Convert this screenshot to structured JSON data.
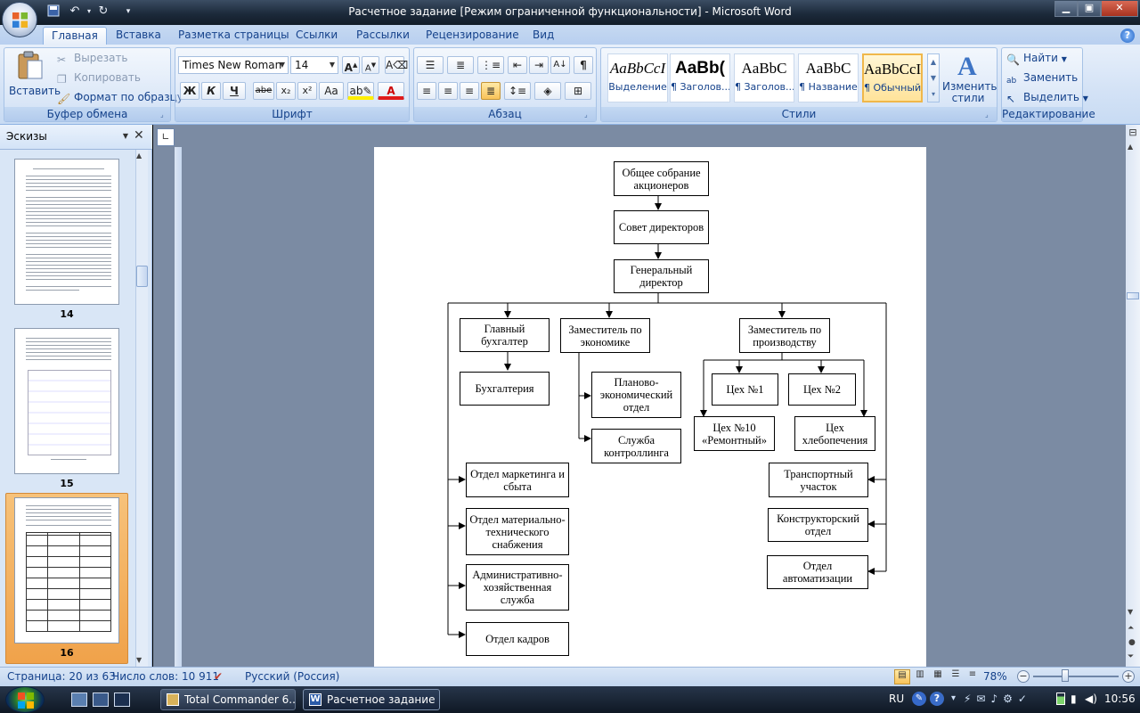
{
  "window": {
    "title": "Расчетное задание [Режим ограниченной функциональности] - Microsoft Word"
  },
  "tabs": [
    "Главная",
    "Вставка",
    "Разметка страницы",
    "Ссылки",
    "Рассылки",
    "Рецензирование",
    "Вид"
  ],
  "clipboard": {
    "paste": "Вставить",
    "cut": "Вырезать",
    "copy": "Копировать",
    "format": "Формат по образцу",
    "label": "Буфер обмена"
  },
  "font": {
    "name": "Times New Roman",
    "size": "14",
    "label": "Шрифт",
    "bold": "Ж",
    "italic": "К",
    "underline": "Ч",
    "strike": "abe",
    "sub": "x₂",
    "sup": "x²",
    "case": "Aa"
  },
  "paragraph": {
    "label": "Абзац"
  },
  "styles": {
    "label": "Стили",
    "items": [
      {
        "preview": "AaBbCcI",
        "name": "Выделение"
      },
      {
        "preview": "AaBb(",
        "name": "¶ Заголов..."
      },
      {
        "preview": "AaBbC",
        "name": "¶ Заголов..."
      },
      {
        "preview": "AaBbC",
        "name": "¶ Название"
      },
      {
        "preview": "AaBbCcI",
        "name": "¶ Обычный"
      }
    ],
    "change": "Изменить стили"
  },
  "editing": {
    "label": "Редактирование",
    "find": "Найти",
    "replace": "Заменить",
    "select": "Выделить"
  },
  "thumbs": {
    "header": "Эскизы",
    "pages": [
      "14",
      "15",
      "16"
    ]
  },
  "org": {
    "shareholders": "Общее собрание акционеров",
    "board": "Совет директоров",
    "ceo": "Генеральный директор",
    "chief_accountant": "Главный бухгалтер",
    "accounting": "Бухгалтерия",
    "deputy_econ": "Заместитель по экономике",
    "planning": "Планово-экономический отдел",
    "controlling": "Служба контроллинга",
    "deputy_prod": "Заместитель по производству",
    "shop1": "Цех №1",
    "shop2": "Цех №2",
    "shop10": "Цех №10 «Ремонтный»",
    "bakery": "Цех хлебопечения",
    "marketing": "Отдел маркетинга и сбыта",
    "supply": "Отдел материально-технического снабжения",
    "admin": "Административно-хозяйственная служба",
    "hr": "Отдел кадров",
    "transport": "Транспортный участок",
    "design": "Конструкторский отдел",
    "automation": "Отдел автоматизации"
  },
  "status": {
    "page": "Страница: 20 из 63",
    "words": "Число слов: 10 911",
    "lang": "Русский (Россия)",
    "zoom": "78%"
  },
  "taskbar": {
    "tasks": [
      "Total Commander 6....",
      "Расчетное задание ..."
    ],
    "lang": "RU",
    "time": "10:56"
  }
}
